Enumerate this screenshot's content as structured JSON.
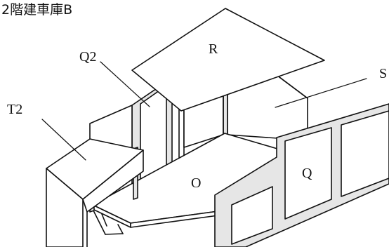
{
  "title": "2階建車庫B",
  "labels": {
    "R": "R",
    "S": "S",
    "Q2": "Q2",
    "T2": "T2",
    "O": "O",
    "Q": "Q"
  },
  "colors": {
    "ink": "#111111",
    "panel_fill": "#e6e6e6",
    "face_fill": "#ffffff"
  }
}
